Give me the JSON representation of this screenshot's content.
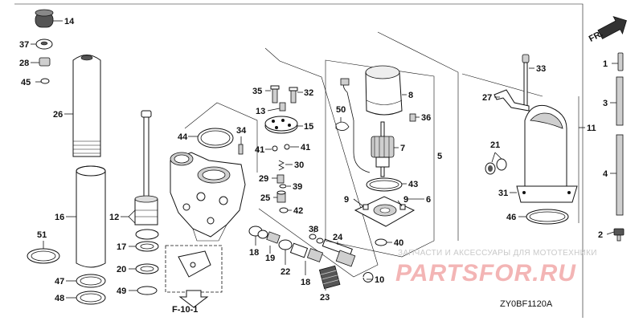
{
  "parts": {
    "p1": "1",
    "p2": "2",
    "p3": "3",
    "p4": "4",
    "p5": "5",
    "p6": "6",
    "p7": "7",
    "p8": "8",
    "p9a": "9",
    "p9b": "9",
    "p10": "10",
    "p11": "11",
    "p12": "12",
    "p13": "13",
    "p14": "14",
    "p15": "15",
    "p16": "16",
    "p17": "17",
    "p18a": "18",
    "p18b": "18",
    "p19": "19",
    "p20": "20",
    "p21": "21",
    "p22": "22",
    "p23": "23",
    "p24": "24",
    "p25": "25",
    "p26": "26",
    "p27": "27",
    "p28": "28",
    "p29": "29",
    "p30": "30",
    "p31": "31",
    "p32": "32",
    "p33": "33",
    "p34": "34",
    "p35": "35",
    "p36": "36",
    "p37": "37",
    "p38": "38",
    "p39": "39",
    "p40": "40",
    "p41a": "41",
    "p41b": "41",
    "p42": "42",
    "p43": "43",
    "p44": "44",
    "p45": "45",
    "p46": "46",
    "p47": "47",
    "p48": "48",
    "p49": "49",
    "p50": "50",
    "p51": "51"
  },
  "front_indicator": "FR.",
  "figure_ref": "F-10-1",
  "diagram_code": "ZY0BF1120A",
  "watermark": {
    "subtitle": "ЗАПЧАСТИ И АКСЕССУАРЫ ДЛЯ МОТОТЕХНИКИ",
    "logo": "PARTSFOR.RU"
  }
}
